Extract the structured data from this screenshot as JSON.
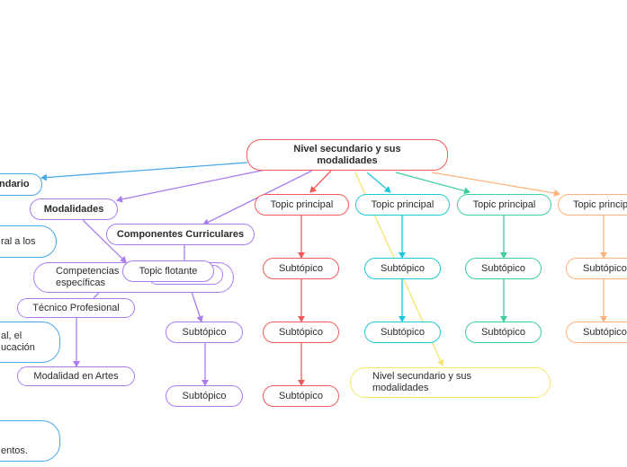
{
  "colors": {
    "red": "#f05a5a",
    "teal": "#1ec8d8",
    "green": "#3ccf9a",
    "orange": "#ffb27a",
    "blue": "#4ba8e8",
    "purple": "#a97cf0",
    "yellow": "#f5e56b"
  },
  "nodes": {
    "root": "Nivel secundario y sus modalidades",
    "secundario": "ndario",
    "modalidades": "Modalidades",
    "componentes": "Componentes Curriculares",
    "topic_red": "Topic principal",
    "topic_teal": "Topic principal",
    "topic_green": "Topic principal",
    "topic_orange": "Topic princip",
    "sub_red_1": "Subtópico",
    "sub_red_2": "Subtópico",
    "sub_red_3": "Subtópico",
    "sub_teal_1": "Subtópico",
    "sub_teal_2": "Subtópico",
    "sub_green_1": "Subtópico",
    "sub_green_2": "Subtópico",
    "sub_orange_1": "Subtópico",
    "sub_orange_2": "Subtópico",
    "sub_purple_1": "Subtópico",
    "sub_purple_2": "Subtópico",
    "ral_a_los": "ral a los",
    "competencias": "Competencias específicas",
    "tecnico": "Técnico Profesional",
    "al_el": "al, el ucación",
    "artes": "Modalidad en Artes",
    "entos": "entos.",
    "topic_flotante": "Topic flotante",
    "floating_yellow": "Nivel secundario y sus modalidades"
  }
}
